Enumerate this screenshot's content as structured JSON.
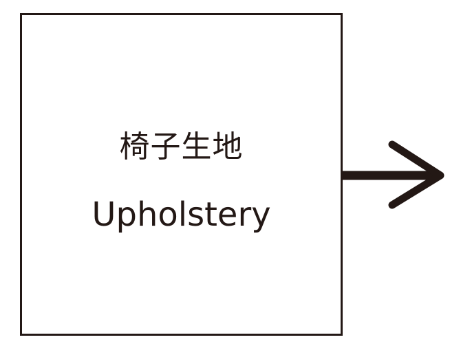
{
  "diagram": {
    "box": {
      "label_jp": "椅子生地",
      "label_en": "Upholstery"
    },
    "arrow": {
      "direction": "right",
      "icon": "arrow-right-icon"
    },
    "colors": {
      "stroke": "#231815",
      "background": "#ffffff"
    }
  }
}
